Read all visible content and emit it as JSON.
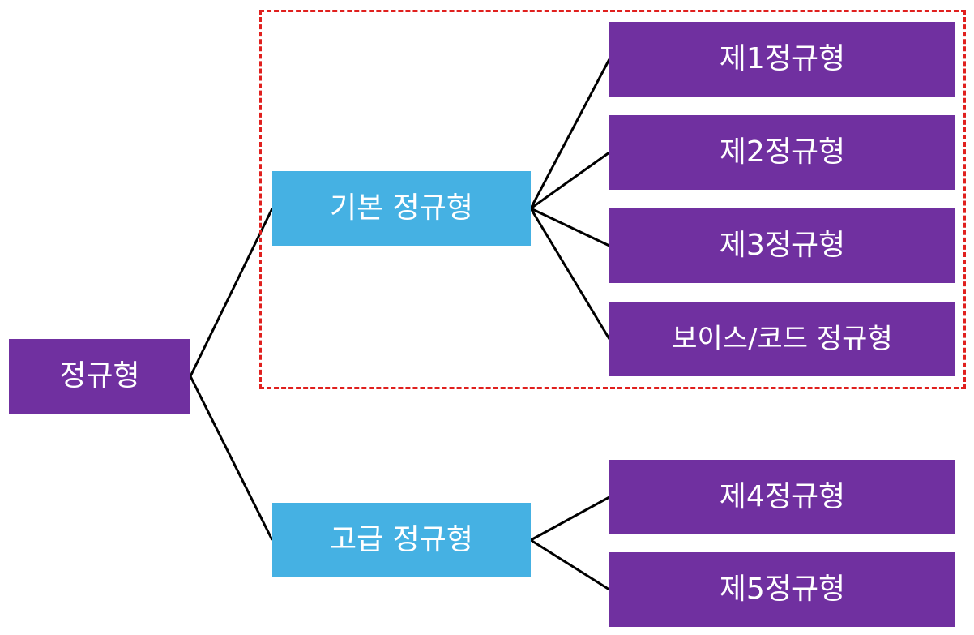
{
  "colors": {
    "leaf_fill": "#7030a0",
    "branch_fill": "#45b1e3",
    "text": "#ffffff",
    "connector": "#000000",
    "highlight_border": "#e0201e"
  },
  "diagram": {
    "root": {
      "label": "정규형"
    },
    "basic": {
      "label": "기본 정규형",
      "children": [
        "제1정규형",
        "제2정규형",
        "제3정규형",
        "보이스/코드 정규형"
      ]
    },
    "advanced": {
      "label": "고급 정규형",
      "children": [
        "제4정규형",
        "제5정규형"
      ]
    }
  }
}
